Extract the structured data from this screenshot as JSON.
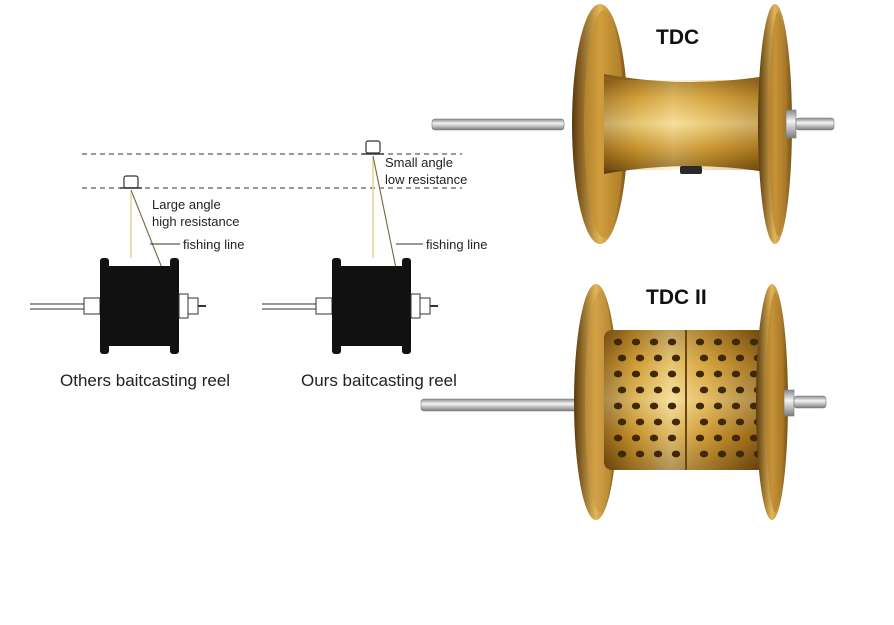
{
  "left_diagram": {
    "large_angle_label": "Large angle",
    "high_resistance_label": "high resistance",
    "fishing_line_label": "fishing line",
    "caption": "Others baitcasting reel"
  },
  "right_diagram": {
    "small_angle_label": "Small angle",
    "low_resistance_label": "low resistance",
    "fishing_line_label": "fishing line",
    "caption": "Ours baitcasting reel"
  },
  "spool_top": {
    "title": "TDC"
  },
  "spool_bottom": {
    "title": "TDC II"
  },
  "colors": {
    "gold_light": "#f2d58a",
    "gold_mid": "#c8962e",
    "gold_dark": "#6b4610",
    "spool_black": "#111111",
    "line_color": "#e6d79a"
  }
}
